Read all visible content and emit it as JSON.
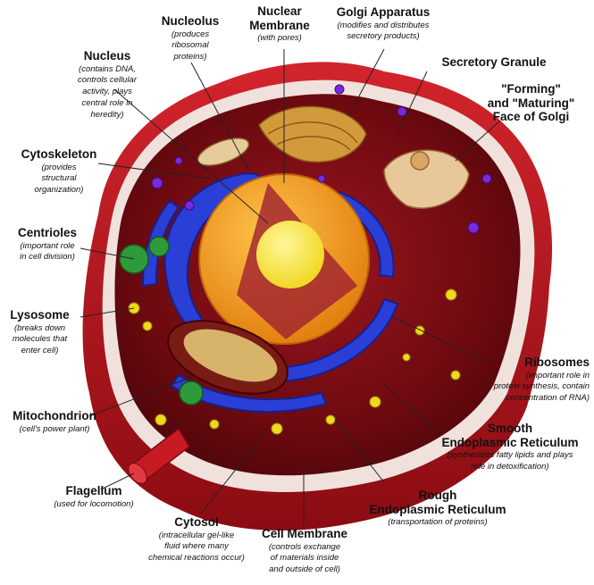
{
  "labels": {
    "nucleolus": {
      "title": "Nucleolus",
      "desc": [
        "(produces",
        "ribosomal",
        "proteins)"
      ]
    },
    "nuclear_membrane": {
      "title": [
        "Nuclear",
        "Membrane"
      ],
      "desc": [
        "(with pores)"
      ]
    },
    "golgi_apparatus": {
      "title": "Golgi Apparatus",
      "desc": [
        "(modifies and distributes",
        "secretory products)"
      ]
    },
    "nucleus": {
      "title": "Nucleus",
      "desc": [
        "(contains DNA,",
        "controls cellular",
        "activity, plays",
        "central role in",
        "heredity)"
      ]
    },
    "secretory_granule": {
      "title": "Secretory Granule",
      "desc": []
    },
    "forming_golgi": {
      "title": [
        "\"Forming\"",
        "and \"Maturing\"",
        "Face of Golgi"
      ],
      "desc": []
    },
    "cytoskeleton": {
      "title": "Cytoskeleton",
      "desc": [
        "(provides",
        "structural",
        "organization)"
      ]
    },
    "centrioles": {
      "title": "Centrioles",
      "desc": [
        "(important role",
        "in cell division)"
      ]
    },
    "lysosome": {
      "title": "Lysosome",
      "desc": [
        "(breaks down",
        "molecules that",
        "enter cell)"
      ]
    },
    "ribosomes": {
      "title": "Ribosomes",
      "desc": [
        "(important role in",
        "protein synthesis, contain",
        "concentration of RNA)"
      ]
    },
    "mitochondrion": {
      "title": "Mitochondrion",
      "desc": [
        "(cell's power plant)"
      ]
    },
    "smooth_er": {
      "title": [
        "Smooth",
        "Endoplasmic Reticulum"
      ],
      "desc": [
        "(synthesizes fatty lipids and plays",
        "role in detoxification)"
      ]
    },
    "flagellum": {
      "title": "Flagellum",
      "desc": [
        "(used for locomotion)"
      ]
    },
    "rough_er": {
      "title": [
        "Rough",
        "Endoplasmic Reticulum"
      ],
      "desc": [
        "(transportation of proteins)"
      ]
    },
    "cytosol": {
      "title": "Cytosol",
      "desc": [
        "(intracellular gel-like",
        "fluid where many",
        "chemical reactions occur)"
      ]
    },
    "cell_membrane": {
      "title": "Cell Membrane",
      "desc": [
        "(controls exchange",
        "of materials inside",
        "and outside of cell)"
      ]
    }
  },
  "colors": {
    "membrane_outer": "#b3121a",
    "membrane_inner": "#f0e1dc",
    "cytoplasm": "#7a0c12",
    "rough_er": "#2a3fd6",
    "nucleus": "#f39a1c",
    "nucleolus": "#f7e63a",
    "golgi": "#d39a3c",
    "lysosome": "#f0d81a",
    "centriole": "#2f9a3a"
  }
}
